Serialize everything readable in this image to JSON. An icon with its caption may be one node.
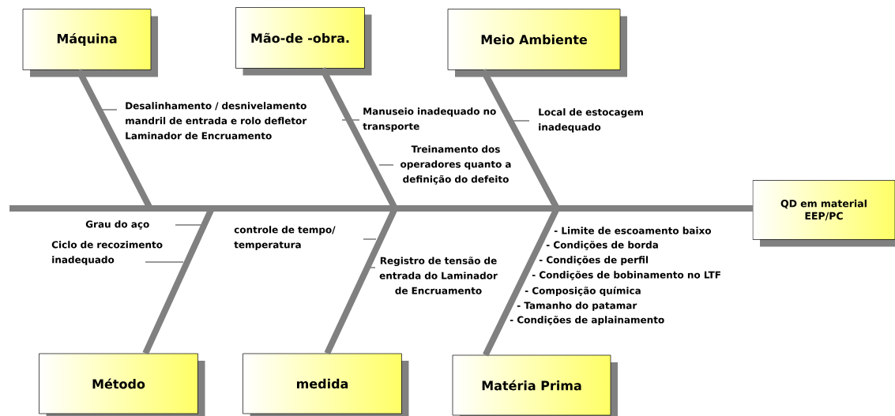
{
  "diagram": {
    "nodes": [
      {
        "text": [
          "Máquina"
        ]
      },
      {
        "text": [
          "Mão-de -obra."
        ]
      },
      {
        "text": [
          "Meio Ambiente"
        ]
      },
      {
        "text": [
          "QD em material EEP/PC"
        ]
      },
      {
        "text": [
          "Método"
        ]
      },
      {
        "text": [
          "medida"
        ]
      },
      {
        "text": [
          "Matéria Prima"
        ]
      }
    ],
    "edges": [
      {
        "from": 0,
        "to": 3,
        "arrow": "none"
      },
      {
        "from": 1,
        "to": 3,
        "arrow": "none"
      },
      {
        "from": 2,
        "to": 3,
        "arrow": "none"
      },
      {
        "from": 4,
        "to": 3,
        "arrow": "none"
      },
      {
        "from": 5,
        "to": 3,
        "arrow": "none"
      },
      {
        "from": 6,
        "to": 3,
        "arrow": "none"
      }
    ],
    "labels": [
      "Desalinhamento / desnivelamento mandril de entrada e rolo defletor Laminador de Encruamento",
      "Manuseio inadequado no transporte",
      "Treinamento dos operadores quanto a definição do defeito",
      "Local de estocagem inadequado",
      "Grau do aço",
      "Ciclo de recozimento inadequado",
      "controle de tempo/ temperatura",
      "Registro de tensão de entrada do Laminador de Encruamento",
      "- Limite de escoamento baixo",
      "- Condições de borda",
      "- Condições de perfil",
      "- Condições de bobinamento no LTF",
      "- Composição química",
      "- Tamanho do patamar",
      "- Condições de aplainamento"
    ]
  }
}
